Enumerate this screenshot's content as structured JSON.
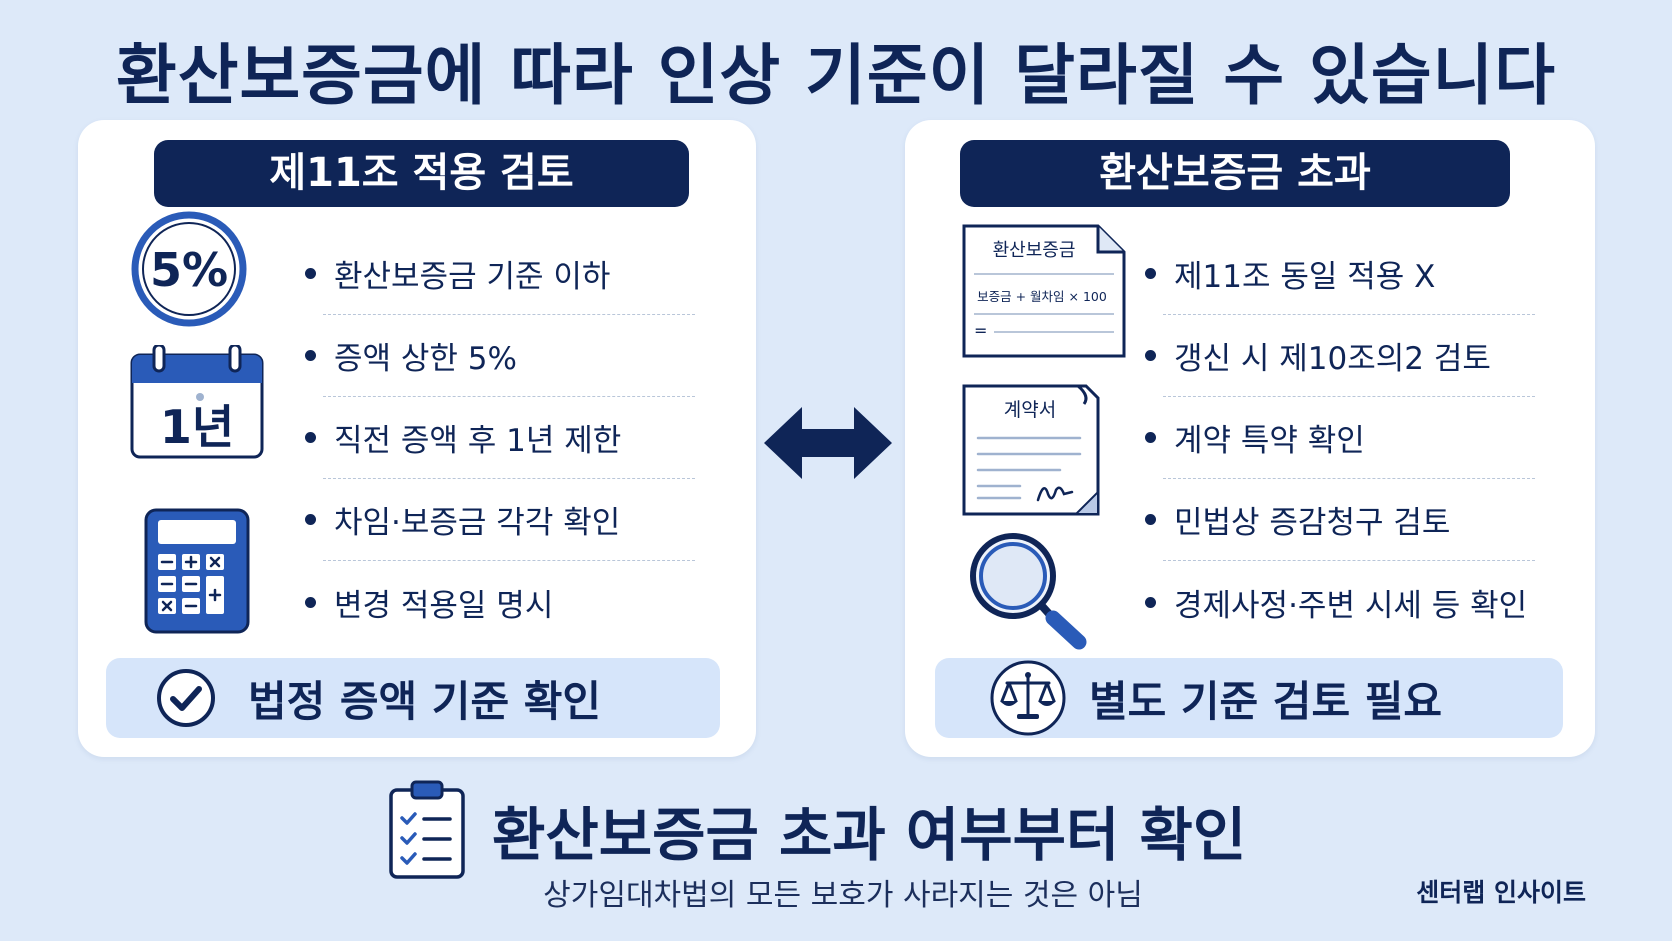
{
  "title": "환산보증금에 따라 인상 기준이 달라질 수 있습니다",
  "left_panel": {
    "header": "제11조 적용 검토",
    "icons": {
      "percent": "5%",
      "calendar": "1년",
      "calculator_icon": "calculator-icon"
    },
    "items": [
      "환산보증금 기준 이하",
      "증액 상한 5%",
      "직전 증액 후 1년 제한",
      "차임·보증금 각각 확인",
      "변경 적용일 명시"
    ],
    "footer": "법정 증액 기준 확인"
  },
  "right_panel": {
    "header": "환산보증금 초과",
    "doc_formula": {
      "title": "환산보증금",
      "formula": "보증금 + 월차임 × 100",
      "equals": "="
    },
    "contract_doc": {
      "title": "계약서"
    },
    "items": [
      "제11조 동일 적용 X",
      "갱신 시 제10조의2 검토",
      "계약 특약 확인",
      "민법상 증감청구 검토",
      "경제사정·주변 시세 등 확인"
    ],
    "footer": "별도 기준 검토 필요"
  },
  "summary": {
    "title": "환산보증금 초과 여부부터 확인",
    "subtitle": "상가임대차법의 모든 보호가 사라지는 것은 아님"
  },
  "brand": "센터랩 인사이트",
  "colors": {
    "navy": "#0f2557",
    "accent_blue": "#2a5bb8",
    "background": "#dde9f9",
    "footer_bg": "#d6e5fa"
  }
}
